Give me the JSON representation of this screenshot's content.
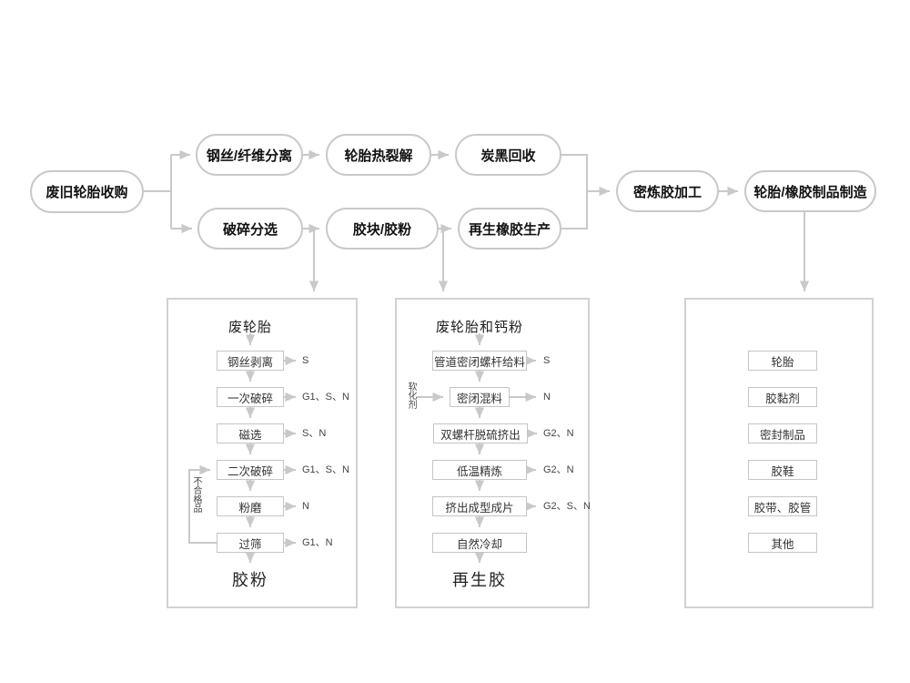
{
  "flow": {
    "collect": "废旧轮胎收购",
    "fiber_separation": "钢丝/纤维分离",
    "pyrolysis": "轮胎热裂解",
    "carbon_black": "炭黑回收",
    "crush_sort": "破碎分选",
    "rubber_block_powder": "胶块/胶粉",
    "reclaimed_rubber_production": "再生橡胶生产",
    "mixing": "密炼胶加工",
    "product_manufacture": "轮胎/橡胶制品制造"
  },
  "powder_panel": {
    "title": "废轮胎",
    "steps": [
      {
        "label": "钢丝剥离",
        "tag": "S"
      },
      {
        "label": "一次破碎",
        "tag": "G1、S、N"
      },
      {
        "label": "磁选",
        "tag": "S、N"
      },
      {
        "label": "二次破碎",
        "tag": "G1、S、N"
      },
      {
        "label": "粉磨",
        "tag": "N"
      },
      {
        "label": "过筛",
        "tag": "G1、N"
      }
    ],
    "feedback": "不合格品",
    "output": "胶粉"
  },
  "reclaim_panel": {
    "title": "废轮胎和钙粉",
    "steps": [
      {
        "label": "管道密闭螺杆给料",
        "tag": "S"
      },
      {
        "label": "密闭混料",
        "tag": "N"
      },
      {
        "label": "双螺杆脱硫挤出",
        "tag": "G2、N"
      },
      {
        "label": "低温精炼",
        "tag": "G2、N"
      },
      {
        "label": "挤出成型成片",
        "tag": "G2、S、N"
      },
      {
        "label": "自然冷却",
        "tag": ""
      }
    ],
    "additive": "软化剂",
    "output": "再生胶"
  },
  "products_panel": {
    "items": [
      {
        "label": "轮胎"
      },
      {
        "label": "胶黏剂"
      },
      {
        "label": "密封制品"
      },
      {
        "label": "胶鞋"
      },
      {
        "label": "胶带、胶管"
      },
      {
        "label": "其他"
      }
    ]
  },
  "colors": {
    "line": "#c9c9c9",
    "node_border": "#c9c9c9",
    "panel_border": "#d2d2d2",
    "text": "#111111"
  }
}
